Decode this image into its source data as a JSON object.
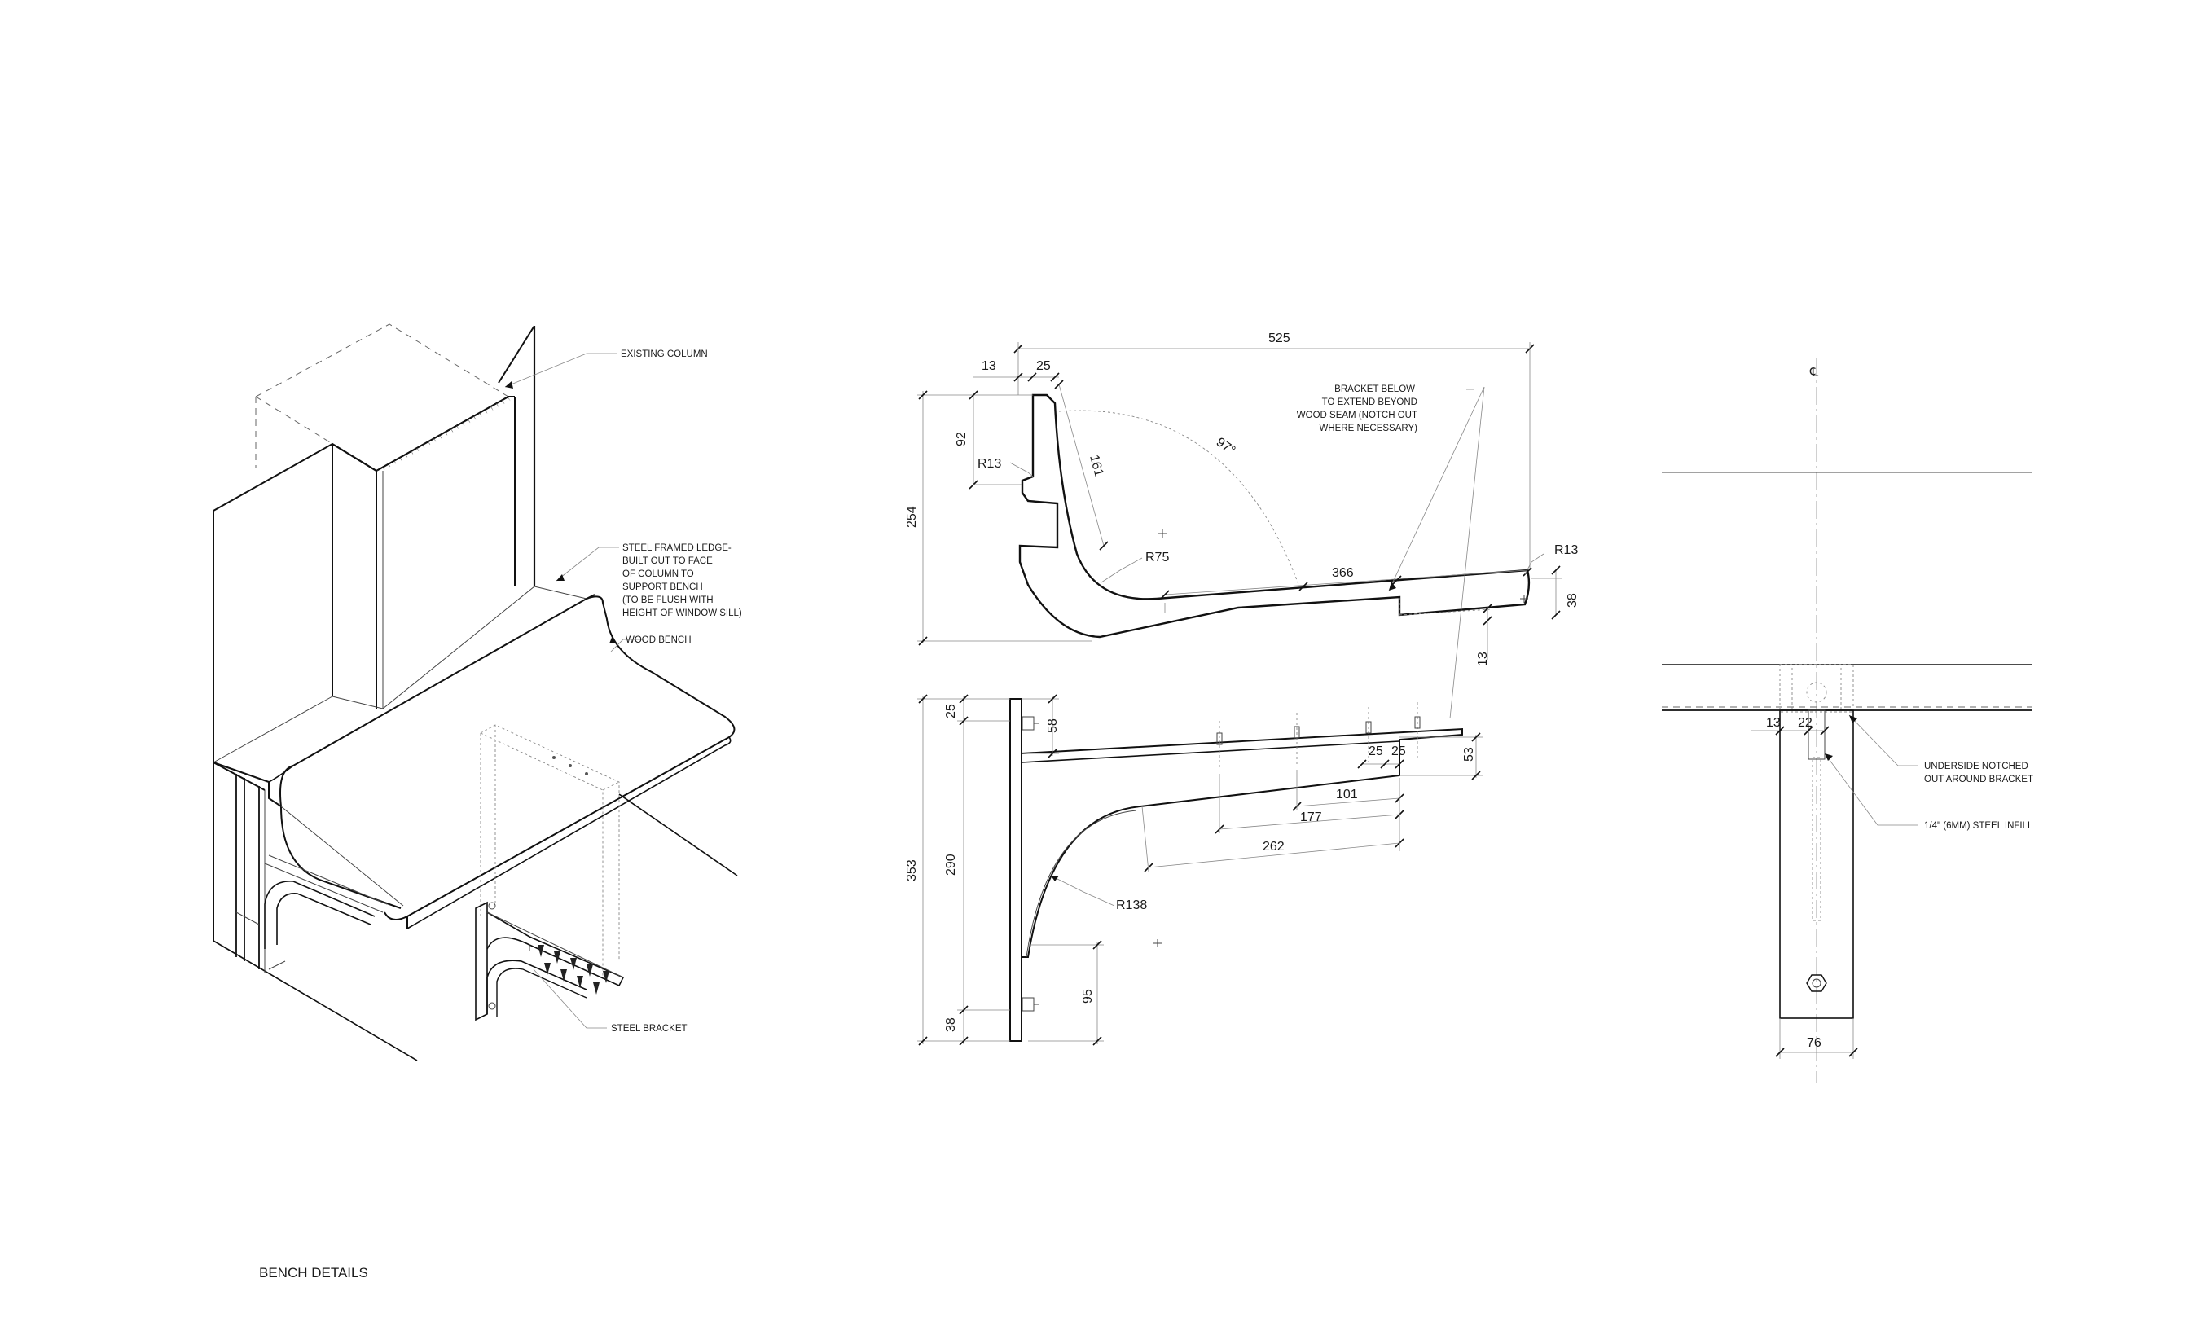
{
  "sheet_title": "BENCH DETAILS",
  "isometric": {
    "labels": {
      "existing_column": "EXISTING COLUMN",
      "ledge_1": "STEEL FRAMED LEDGE-",
      "ledge_2": "BUILT OUT TO FACE",
      "ledge_3": "OF COLUMN TO",
      "ledge_4": "SUPPORT BENCH",
      "ledge_5": "(TO BE FLUSH WITH",
      "ledge_6": "HEIGHT OF WINDOW SILL)",
      "wood_bench": "WOOD BENCH",
      "steel_bracket": "STEEL BRACKET"
    }
  },
  "section": {
    "dims": {
      "d525": "525",
      "d13a": "13",
      "d25a": "25",
      "d92": "92",
      "d254": "254",
      "d161": "161",
      "angle": "97°",
      "r13a": "R13",
      "r75": "R75",
      "d366": "366",
      "r13b": "R13",
      "d38a": "38",
      "d13b": "13"
    },
    "note_1": "BRACKET BELOW",
    "note_2": "TO EXTEND BEYOND",
    "note_3": "WOOD SEAM (NOTCH OUT",
    "note_4": "WHERE NECESSARY)"
  },
  "elevation": {
    "dims": {
      "d25": "25",
      "d58": "58",
      "d353": "353",
      "d290": "290",
      "d38": "38",
      "d95": "95",
      "r138": "R138",
      "d25b": "25",
      "d25c": "25",
      "d53": "53",
      "d101": "101",
      "d177": "177",
      "d262": "262"
    }
  },
  "end_view": {
    "centerline": "℄",
    "dims": {
      "d13": "13",
      "d22": "22",
      "d76": "76"
    },
    "note_notch_1": "UNDERSIDE NOTCHED",
    "note_notch_2": "OUT AROUND BRACKET",
    "note_infill": "1/4\" (6MM) STEEL INFILL"
  }
}
